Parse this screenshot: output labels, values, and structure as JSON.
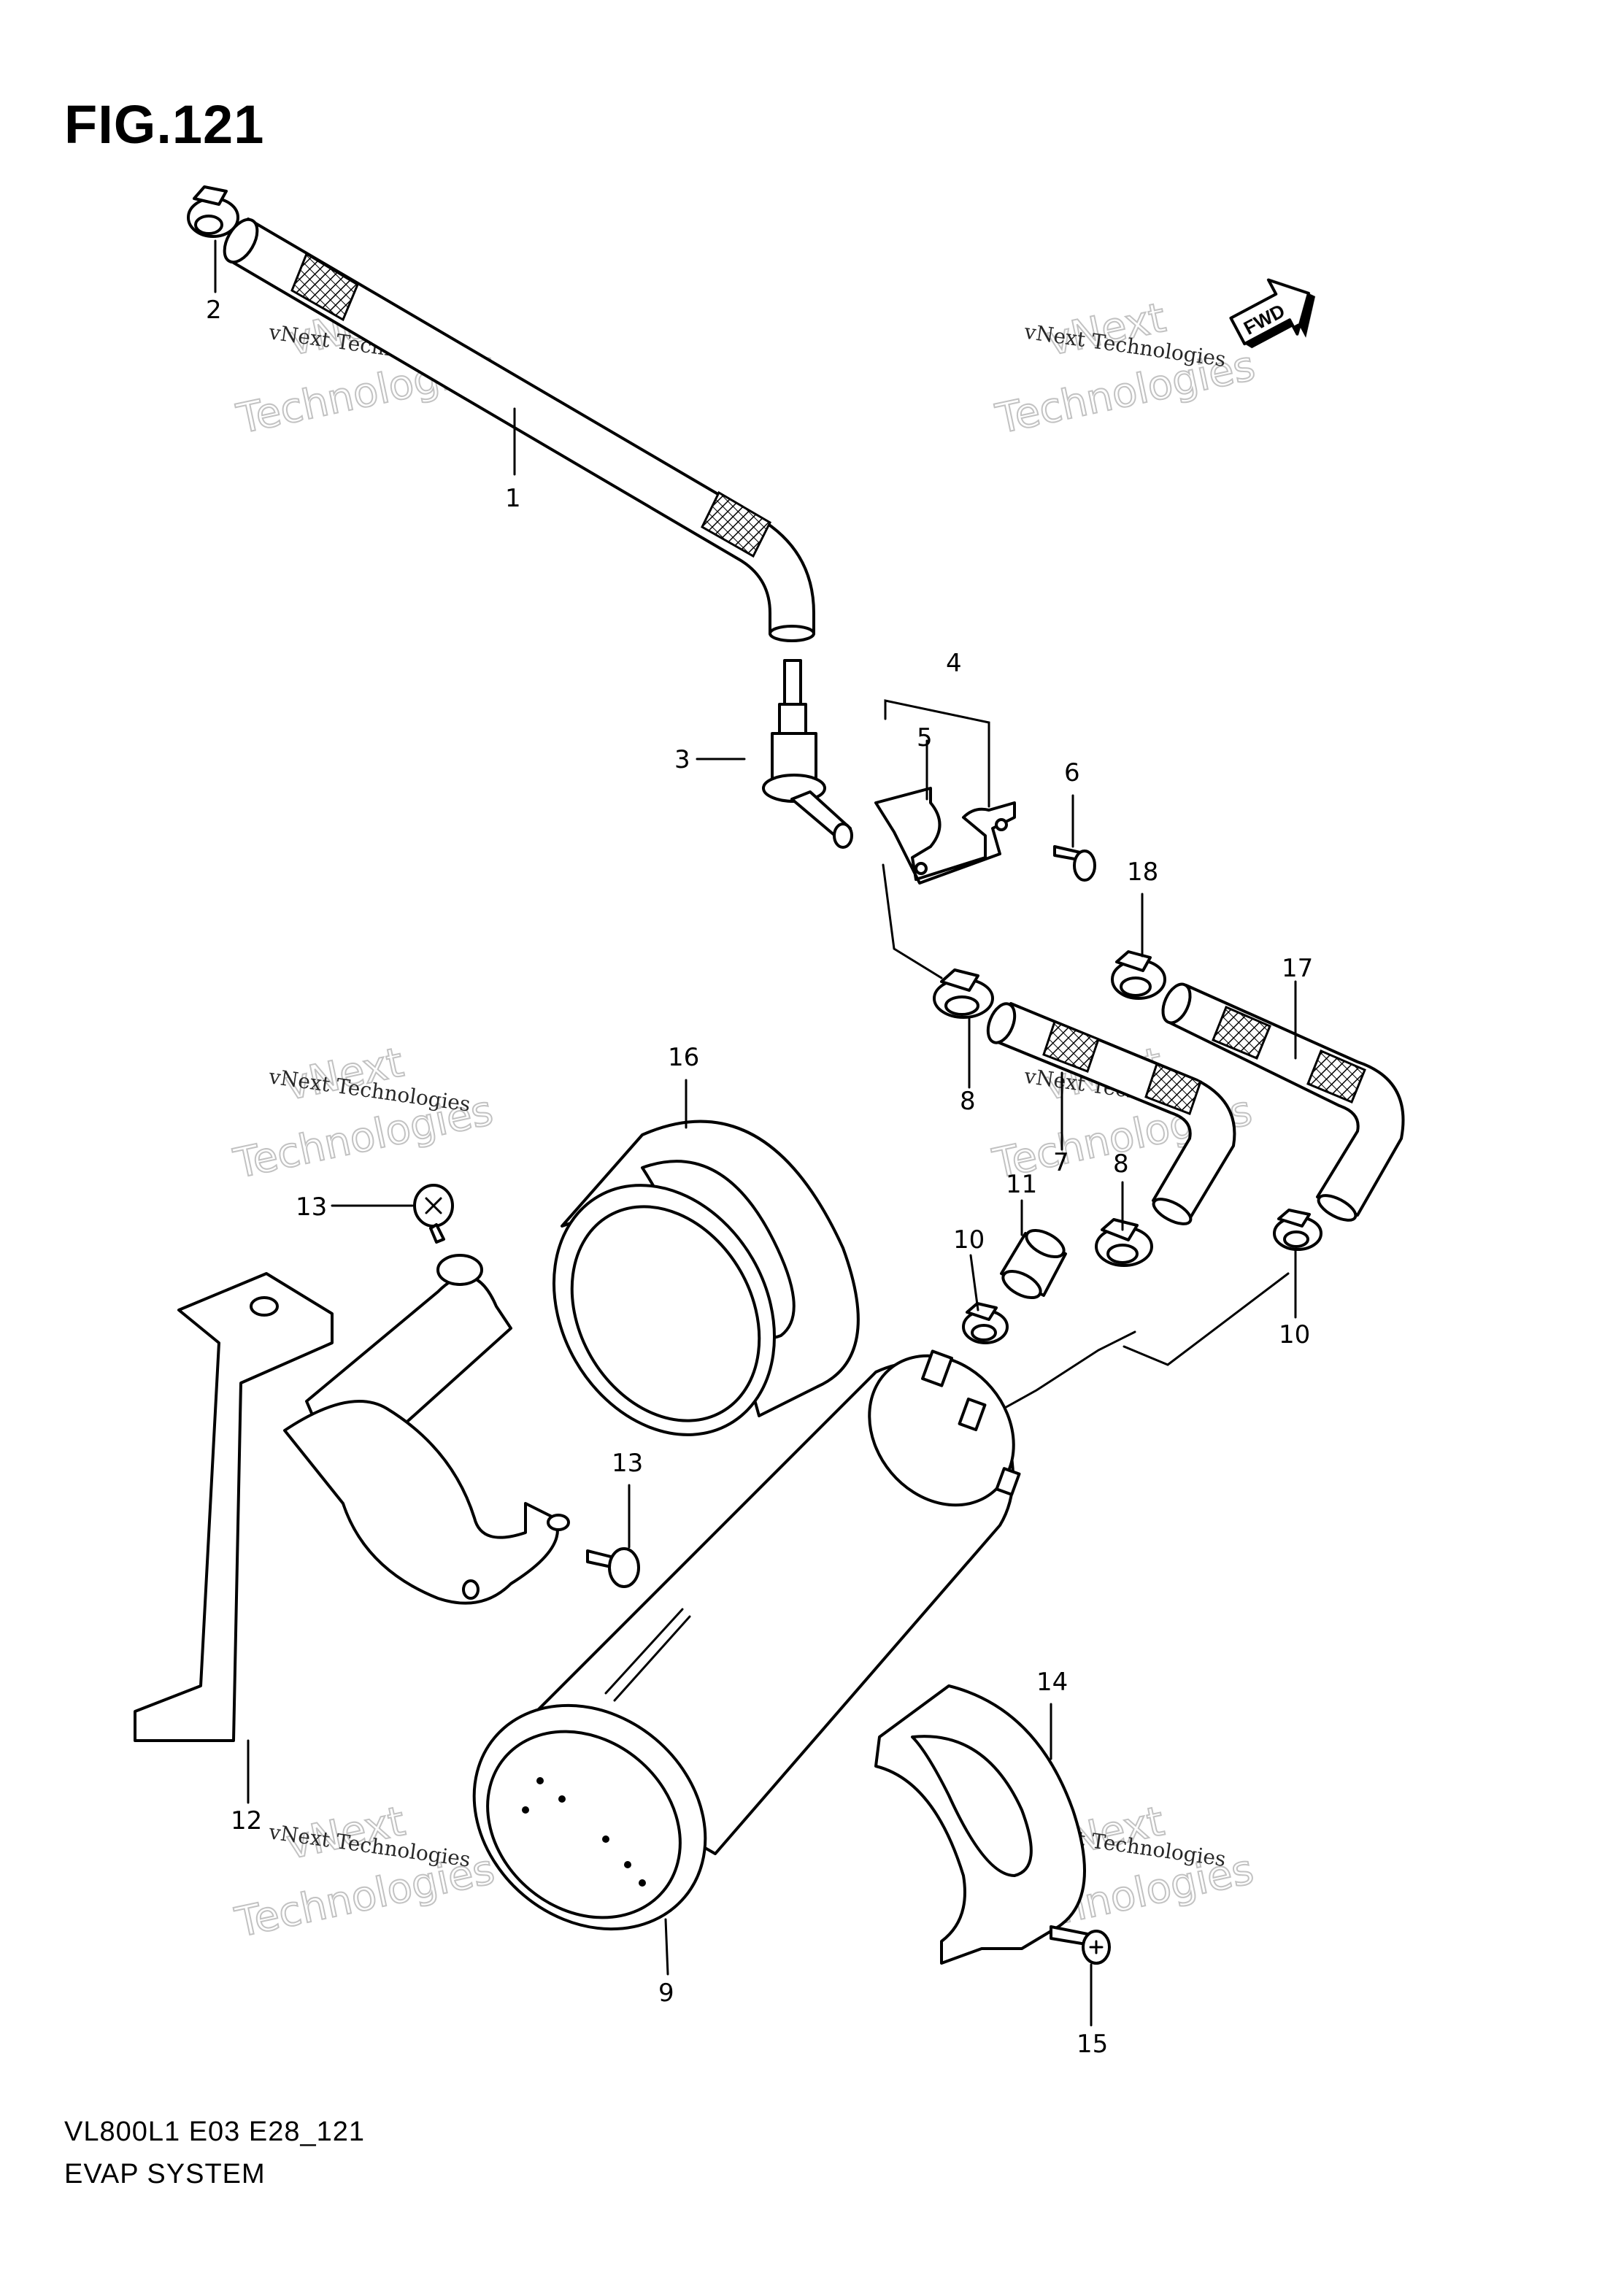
{
  "figure": {
    "title": "FIG.121",
    "fwd_label": "FWD"
  },
  "footer": {
    "model_code": "VL800L1 E03 E28_121",
    "section": "EVAP SYSTEM"
  },
  "watermark": {
    "line1": "vNext Technologies",
    "line2": "Technologies",
    "line3": "vNext"
  },
  "callouts": {
    "c1": "1",
    "c2": "2",
    "c3": "3",
    "c4": "4",
    "c5": "5",
    "c6": "6",
    "c7": "7",
    "c8a": "8",
    "c8b": "8",
    "c9": "9",
    "c10a": "10",
    "c10b": "10",
    "c11": "11",
    "c12": "12",
    "c13a": "13",
    "c13b": "13",
    "c14": "14",
    "c15": "15",
    "c16": "16",
    "c17": "17",
    "c18": "18"
  }
}
